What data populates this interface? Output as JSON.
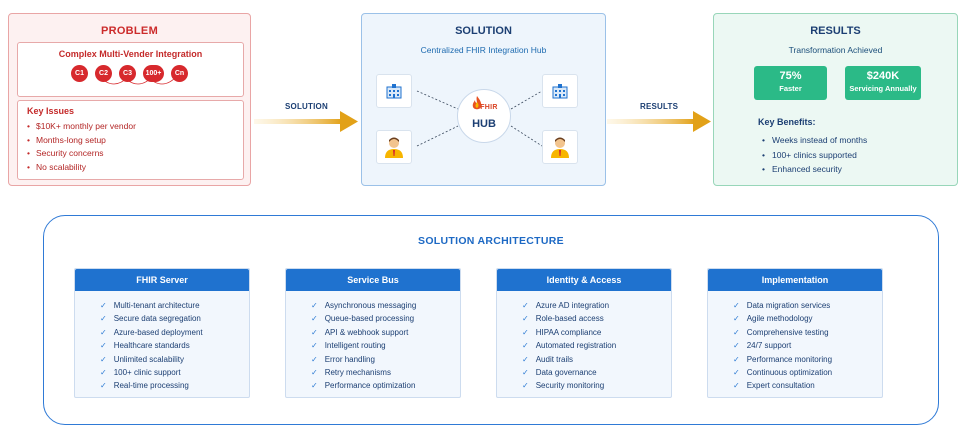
{
  "problem": {
    "title": "PROBLEM",
    "integration_title": "Complex Multi-Vender Integration",
    "clients": [
      "C1",
      "C2",
      "C3",
      "100+",
      "Cn"
    ],
    "issues_title": "Key Issues",
    "issues": [
      "$10K+ monthly per vendor",
      "Months-long setup",
      "Security concerns",
      "No scalability"
    ]
  },
  "arrows": {
    "solution": "SOLUTION",
    "results": "RESULTS"
  },
  "solution": {
    "title": "SOLUTION",
    "subtitle": "Centralized FHIR Integration Hub",
    "hub_logo": "FHIR",
    "hub_label": "HUB"
  },
  "results": {
    "title": "RESULTS",
    "subtitle": "Transformation Achieved",
    "metrics": [
      {
        "value": "75%",
        "label": "Faster"
      },
      {
        "value": "$240K",
        "label": "Servicing Annually"
      }
    ],
    "benefits_title": "Key Benefits:",
    "benefits": [
      "Weeks instead of months",
      "100+ clinics supported",
      "Enhanced security"
    ]
  },
  "architecture": {
    "title": "SOLUTION ARCHITECTURE",
    "columns": [
      {
        "title": "FHIR Server",
        "items": [
          "Multi-tenant architecture",
          "Secure data segregation",
          "Azure-based deployment",
          "Healthcare standards",
          "Unlimited scalability",
          "100+ clinic support",
          "Real-time processing"
        ]
      },
      {
        "title": "Service Bus",
        "items": [
          "Asynchronous messaging",
          "Queue-based processing",
          "API & webhook support",
          "Intelligent routing",
          "Error handling",
          "Retry mechanisms",
          "Performance optimization"
        ]
      },
      {
        "title": "Identity & Access",
        "items": [
          "Azure AD integration",
          "Role-based access",
          "HIPAA compliance",
          "Automated registration",
          "Audit trails",
          "Data governance",
          "Security monitoring"
        ]
      },
      {
        "title": "Implementation",
        "items": [
          "Data migration services",
          "Agile methodology",
          "Comprehensive testing",
          "24/7 support",
          "Performance monitoring",
          "Continuous optimization",
          "Expert consultation"
        ]
      }
    ]
  },
  "icons": [
    "hospital-icon",
    "doctor-icon",
    "fhir-flame-icon",
    "arrow-right-icon",
    "check-icon"
  ],
  "colors": {
    "problem": "#d7292d",
    "solution": "#1f72cf",
    "results": "#2bba87",
    "arrow": "#e2a118",
    "navy": "#1c3f73"
  }
}
